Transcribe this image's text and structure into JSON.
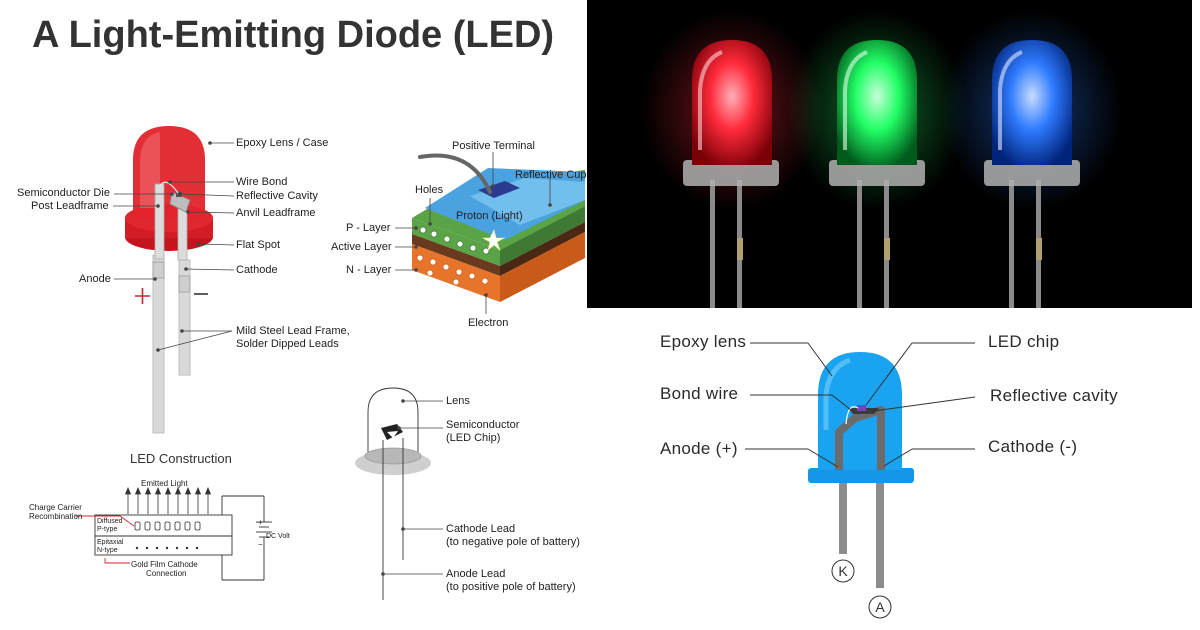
{
  "title": "A Light-Emitting Diode (LED)",
  "red_led_diagram": {
    "labels": {
      "epoxy": "Epoxy Lens / Case",
      "wire_bond": "Wire Bond",
      "reflective_cavity": "Reflective Cavity",
      "semiconductor_die": "Semiconductor Die",
      "post_leadframe": "Post Leadframe",
      "anvil_leadframe": "Anvil Leadframe",
      "flat_spot": "Flat Spot",
      "anode": "Anode",
      "cathode": "Cathode",
      "lead_frame_1": "Mild Steel Lead Frame,",
      "lead_frame_2": "Solder Dipped Leads"
    },
    "colors": {
      "lens": "#e3232b",
      "lead": "#d9d9d9"
    }
  },
  "layer_diagram": {
    "labels": {
      "positive_terminal": "Positive Terminal",
      "reflective_cup": "Reflective Cup",
      "holes": "Holes",
      "proton": "Proton (Light)",
      "p_layer": "P - Layer",
      "active_layer": "Active Layer",
      "n_layer": "N - Layer",
      "electron": "Electron"
    },
    "colors": {
      "top": "#4aa3e0",
      "p": "#5aa447",
      "active": "#6a3a1e",
      "n": "#e6742a"
    }
  },
  "construction": {
    "title": "LED  Construction",
    "emitted_light": "Emitted Light",
    "charge_carrier_1": "Charge Carrier",
    "charge_carrier_2": "Recombination",
    "diffused_1": "Diffused",
    "diffused_2": "P-type",
    "epitaxial_1": "Epitaxial",
    "epitaxial_2": "N-type",
    "gold_film_1": "Gold Film Cathode",
    "gold_film_2": "Connection",
    "dc_volt": "DC Volt",
    "plus": "+",
    "minus": "−"
  },
  "simple_led": {
    "lens": "Lens",
    "semiconductor_1": "Semiconductor",
    "semiconductor_2": "(LED Chip)",
    "cathode_1": "Cathode Lead",
    "cathode_2": "(to negative pole of battery)",
    "anode_1": "Anode Lead",
    "anode_2": "(to positive pole of battery)"
  },
  "photo": {
    "colors": {
      "red": "#ff2a3a",
      "green": "#22ff66",
      "blue": "#2f7bff"
    }
  },
  "blue_led": {
    "epoxy": "Epoxy lens",
    "bond_wire": "Bond wire",
    "anode": "Anode (+)",
    "led_chip": "LED chip",
    "reflective_cavity": "Reflective cavity",
    "cathode": "Cathode (-)",
    "k": "K",
    "a": "A",
    "colors": {
      "lens": "#1aa3f0",
      "chip": "#7b3fc4"
    }
  }
}
